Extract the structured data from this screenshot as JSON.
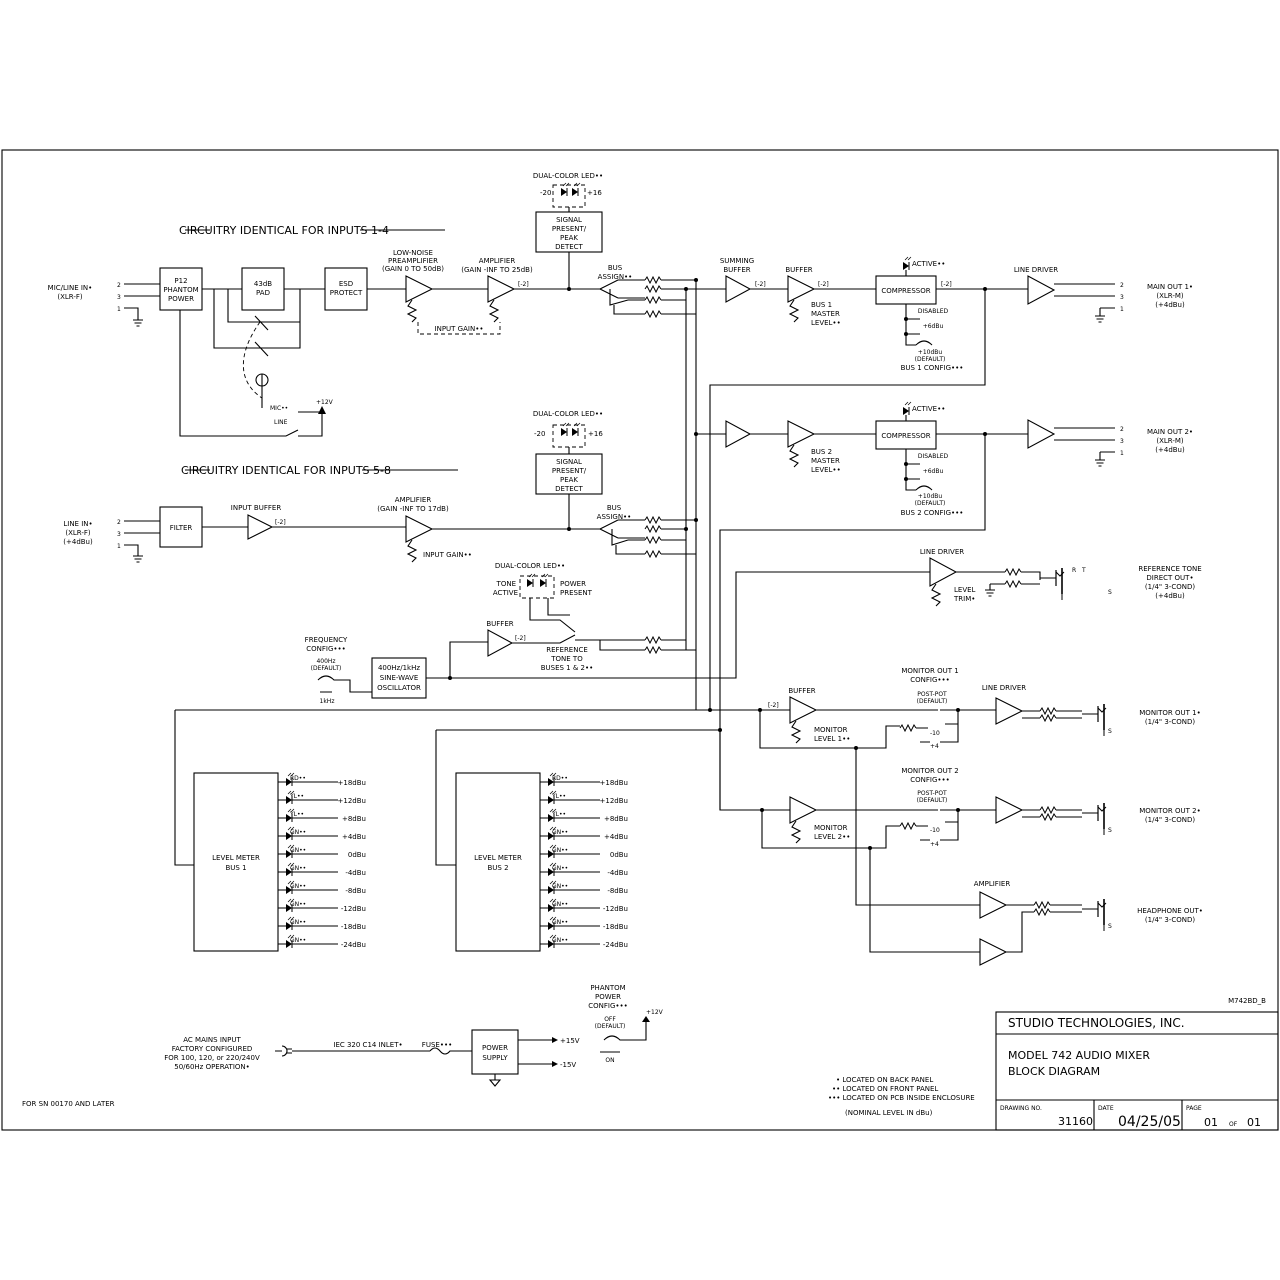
{
  "header": {
    "mic_line_input": [
      "MIC/LINE IN•",
      "(XLR-F)"
    ],
    "inputs_1_4": "CIRCUITRY IDENTICAL FOR INPUTS 1-4",
    "inputs_5_8": "CIRCUITRY IDENTICAL FOR INPUTS 5-8",
    "line_input": [
      "LINE IN•",
      "(XLR-F)",
      "(+4dBu)"
    ]
  },
  "pins": [
    "2",
    "3",
    "1"
  ],
  "blocks": {
    "p12": [
      "P12",
      "PHANTOM",
      "POWER"
    ],
    "pad": [
      "43dB",
      "PAD"
    ],
    "esd": [
      "ESD",
      "PROTECT"
    ],
    "preamp": [
      "LOW-NOISE",
      "PREAMPLIFIER",
      "(GAIN 0 TO 50dB)"
    ],
    "amp1": [
      "AMPLIFIER",
      "(GAIN -INF TO 25dB)"
    ],
    "amp2": [
      "AMPLIFIER",
      "(GAIN -INF TO 17dB)"
    ],
    "input_gain": "INPUT GAIN••",
    "signal_present": [
      "SIGNAL",
      "PRESENT/",
      "PEAK",
      "DETECT"
    ],
    "dual_led": "DUAL-COLOR LED••",
    "led_minus20": "-20",
    "led_plus16": "+16",
    "bus_assign": [
      "BUS",
      "ASSIGN••"
    ],
    "minus2": "[-2]",
    "mic": "MIC••",
    "line": "LINE",
    "plus12v": "+12V",
    "filter": "FILTER",
    "input_buffer": "INPUT BUFFER",
    "summing_buffer": [
      "SUMMING",
      "BUFFER"
    ],
    "buffer": "BUFFER",
    "bus1_master": [
      "BUS 1",
      "MASTER",
      "LEVEL••"
    ],
    "bus2_master": [
      "BUS 2",
      "MASTER",
      "LEVEL••"
    ],
    "compressor": "COMPRESSOR",
    "active": "ACTIVE••",
    "disabled": "DISABLED",
    "plus6": "+6dBu",
    "plus10": [
      "+10dBu",
      "(DEFAULT)"
    ],
    "bus1_config": "BUS 1 CONFIG•••",
    "bus2_config": "BUS 2 CONFIG•••",
    "line_driver": "LINE DRIVER",
    "main_out1": [
      "MAIN OUT 1•",
      "(XLR-M)",
      "(+4dBu)"
    ],
    "main_out2": [
      "MAIN OUT 2•",
      "(XLR-M)",
      "(+4dBu)"
    ],
    "tone_led": [
      "TONE",
      "ACTIVE"
    ],
    "power_led": [
      "POWER",
      "PRESENT"
    ],
    "reference_tone": [
      "REFERENCE",
      "TONE TO",
      "BUSES 1 & 2••"
    ],
    "frequency_config": [
      "FREQUENCY",
      "CONFIG•••"
    ],
    "freq_400": [
      "400Hz",
      "(DEFAULT)"
    ],
    "freq_1k": "1kHz",
    "oscillator": [
      "400Hz/1kHz",
      "SINE-WAVE",
      "OSCILLATOR"
    ],
    "level_trim": [
      "LEVEL",
      "TRIM•"
    ],
    "ref_tone_out": [
      "REFERENCE TONE",
      "DIRECT OUT•",
      "(1/4\" 3-COND)",
      "(+4dBu)"
    ],
    "monitor1_config": [
      "MONITOR OUT 1",
      "CONFIG•••"
    ],
    "monitor2_config": [
      "MONITOR OUT 2",
      "CONFIG•••"
    ],
    "post_pot": [
      "POST-POT",
      "(DEFAULT)"
    ],
    "minus10": "-10",
    "plus4": "+4",
    "monitor_level1": [
      "MONITOR",
      "LEVEL 1••"
    ],
    "monitor_level2": [
      "MONITOR",
      "LEVEL 2••"
    ],
    "monitor_out1": [
      "MONITOR OUT 1•",
      "(1/4\" 3-COND)"
    ],
    "monitor_out2": [
      "MONITOR OUT 2•",
      "(1/4\" 3-COND)"
    ],
    "amplifier": "AMPLIFIER",
    "headphone_out": [
      "HEADPHONE OUT•",
      "(1/4\" 3-COND)"
    ],
    "jack_t": "T",
    "jack_r": "R",
    "jack_s": "S",
    "meter1": [
      "LEVEL METER",
      "BUS 1"
    ],
    "meter2": [
      "LEVEL METER",
      "BUS 2"
    ]
  },
  "meter_leds": [
    "RD••",
    "YL••",
    "YL••",
    "GN••",
    "GN••",
    "GN••",
    "GN••",
    "GN••",
    "GN••",
    "GN••"
  ],
  "meter_levels": [
    "+18dBu",
    "+12dBu",
    "+8dBu",
    "+4dBu",
    "0dBu",
    "-4dBu",
    "-8dBu",
    "-12dBu",
    "-18dBu",
    "-24dBu"
  ],
  "power": {
    "ac_mains": [
      "AC MAINS INPUT",
      "FACTORY CONFIGURED",
      "FOR 100, 120, or 220/240V",
      "50/60Hz OPERATION•"
    ],
    "iec": "IEC 320 C14 INLET•",
    "fuse": "FUSE•••",
    "supply": [
      "POWER",
      "SUPPLY"
    ],
    "plus15": "+15V",
    "minus15": "-15V",
    "phantom_config": [
      "PHANTOM",
      "POWER",
      "CONFIG•••"
    ],
    "off_default": [
      "OFF",
      "(DEFAULT)"
    ],
    "on": "ON",
    "plus12v": "+12V"
  },
  "notes": {
    "legend": [
      "•  LOCATED ON BACK PANEL",
      "••  LOCATED ON FRONT PANEL",
      "•••  LOCATED ON PCB INSIDE ENCLOSURE"
    ],
    "nominal": "(NOMINAL LEVEL IN dBu)",
    "serial": "FOR SN 00170 AND LATER",
    "file_ref": "M742BD_B"
  },
  "title_block": {
    "company": "STUDIO TECHNOLOGIES, INC.",
    "title1": "MODEL 742 AUDIO MIXER",
    "title2": "BLOCK DIAGRAM",
    "drawing_label": "DRAWING NO.",
    "drawing_no": "31160",
    "date_label": "DATE",
    "date": "04/25/05",
    "page_label": "PAGE",
    "page": "01",
    "of": "OF",
    "pages": "01"
  }
}
